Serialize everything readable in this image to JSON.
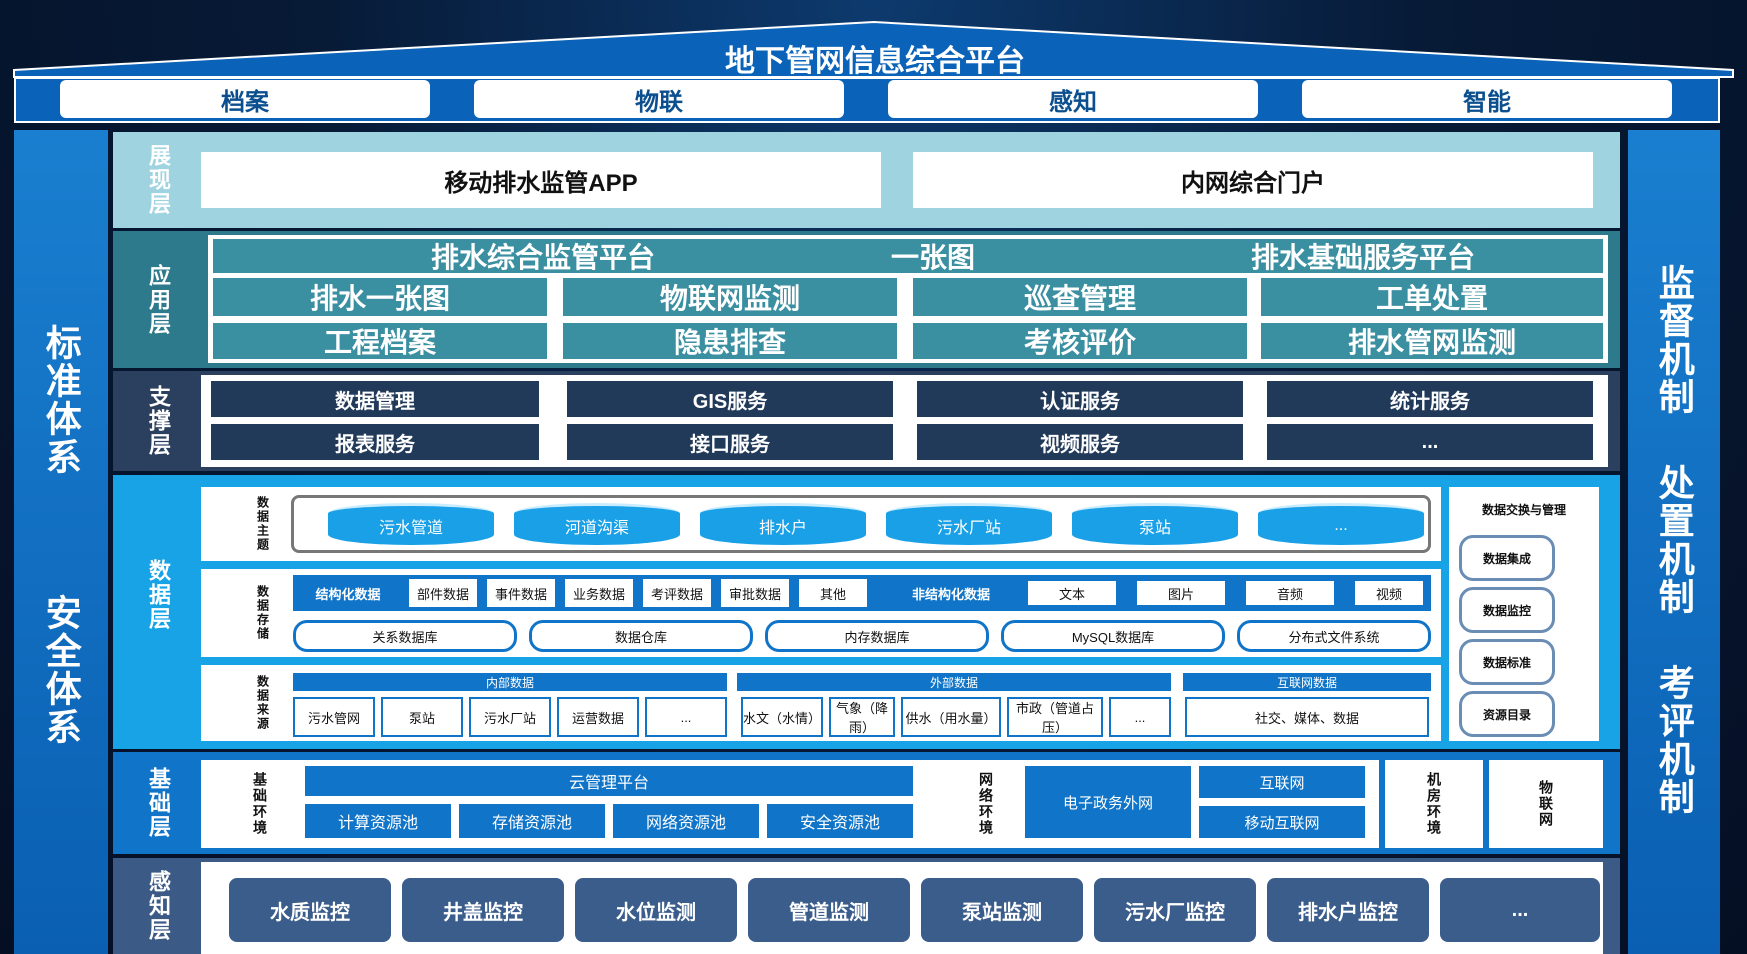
{
  "title": "地下管网信息综合平台",
  "top_tabs": [
    "档案",
    "物联",
    "感知",
    "智能"
  ],
  "left_pillar": [
    "标准体系",
    "安全体系"
  ],
  "right_pillar": [
    "监督机制",
    "处置机制",
    "考评机制"
  ],
  "layers": {
    "display": {
      "label": "展现层",
      "items": [
        "移动排水监管APP",
        "内网综合门户"
      ]
    },
    "application": {
      "label": "应用层",
      "top_row": [
        "排水综合监管平台",
        "一张图",
        "排水基础服务平台"
      ],
      "row1": [
        "排水一张图",
        "物联网监测",
        "巡查管理",
        "工单处置"
      ],
      "row2": [
        "工程档案",
        "隐患排查",
        "考核评价",
        "排水管网监测"
      ]
    },
    "support": {
      "label": "支撑层",
      "row1": [
        "数据管理",
        "GIS服务",
        "认证服务",
        "统计服务"
      ],
      "row2": [
        "报表服务",
        "接口服务",
        "视频服务",
        "..."
      ]
    },
    "data": {
      "label": "数据层",
      "theme_label": "数据主题",
      "themes": [
        "污水管道",
        "河道沟渠",
        "排水户",
        "污水厂站",
        "泵站",
        "..."
      ],
      "storage_label": "数据存储",
      "structured_label": "结构化数据",
      "structured": [
        "部件数据",
        "事件数据",
        "业务数据",
        "考评数据",
        "审批数据",
        "其他"
      ],
      "unstructured_label": "非结构化数据",
      "unstructured": [
        "文本",
        "图片",
        "音频",
        "视频"
      ],
      "databases": [
        "关系数据库",
        "数据仓库",
        "内存数据库",
        "MySQL数据库",
        "分布式文件系统"
      ],
      "source_label": "数据来源",
      "internal_label": "内部数据",
      "internal": [
        "污水管网",
        "泵站",
        "污水厂站",
        "运营数据",
        "..."
      ],
      "external_label": "外部数据",
      "external": [
        "水文（水情）",
        "气象（降雨）",
        "供水（用水量）",
        "市政（管道占压）",
        "..."
      ],
      "internet_label": "互联网数据",
      "internet": [
        "社交、媒体、数据"
      ],
      "exchange_label": "数据交换与管理",
      "exchange": [
        "数据集成",
        "数据监控",
        "数据标准",
        "资源目录"
      ]
    },
    "base": {
      "label": "基础层",
      "env_label": "基础环境",
      "cloud": "云管理平台",
      "pools": [
        "计算资源池",
        "存储资源池",
        "网络资源池",
        "安全资源池"
      ],
      "network_label": "网络环境",
      "gov_net": "电子政务外网",
      "internet": "互联网",
      "mobile": "移动互联网",
      "room_label": "机房环境",
      "iot": "物联网"
    },
    "perception": {
      "label": "感知层",
      "items": [
        "水质监控",
        "井盖监控",
        "水位监测",
        "管道监测",
        "泵站监测",
        "污水厂监控",
        "排水户监控",
        "..."
      ]
    }
  },
  "colors": {
    "primary_blue": "#0a63b8",
    "teal": "#3a8fa1",
    "navy": "#213a5a",
    "light_teal": "#9fd3df",
    "data_blue": "#17a3e6"
  }
}
